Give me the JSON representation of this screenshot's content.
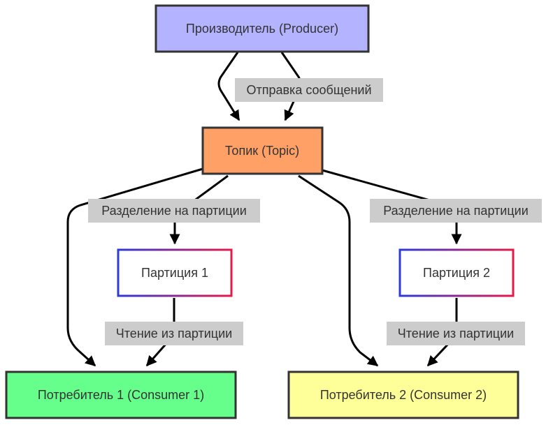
{
  "nodes": {
    "producer": {
      "label": "Производитель (Producer)",
      "fill": "#b3b3ff"
    },
    "topic": {
      "label": "Топик (Topic)",
      "fill": "#ffa066"
    },
    "partition1": {
      "label": "Партиция 1",
      "fill": "#ffffff",
      "border_gradient": [
        "#2e3ad8",
        "#e41a4a"
      ]
    },
    "partition2": {
      "label": "Партиция 2",
      "fill": "#ffffff",
      "border_gradient": [
        "#2e3ad8",
        "#e41a4a"
      ]
    },
    "consumer1": {
      "label": "Потребитель 1 (Consumer 1)",
      "fill": "#66ff8c"
    },
    "consumer2": {
      "label": "Потребитель 2 (Consumer 2)",
      "fill": "#ffff99"
    }
  },
  "edge_labels": {
    "send": "Отправка сообщений",
    "split_left": "Разделение на партиции",
    "split_right": "Разделение на партиции",
    "read_left": "Чтение из партиции",
    "read_right": "Чтение из партиции"
  }
}
